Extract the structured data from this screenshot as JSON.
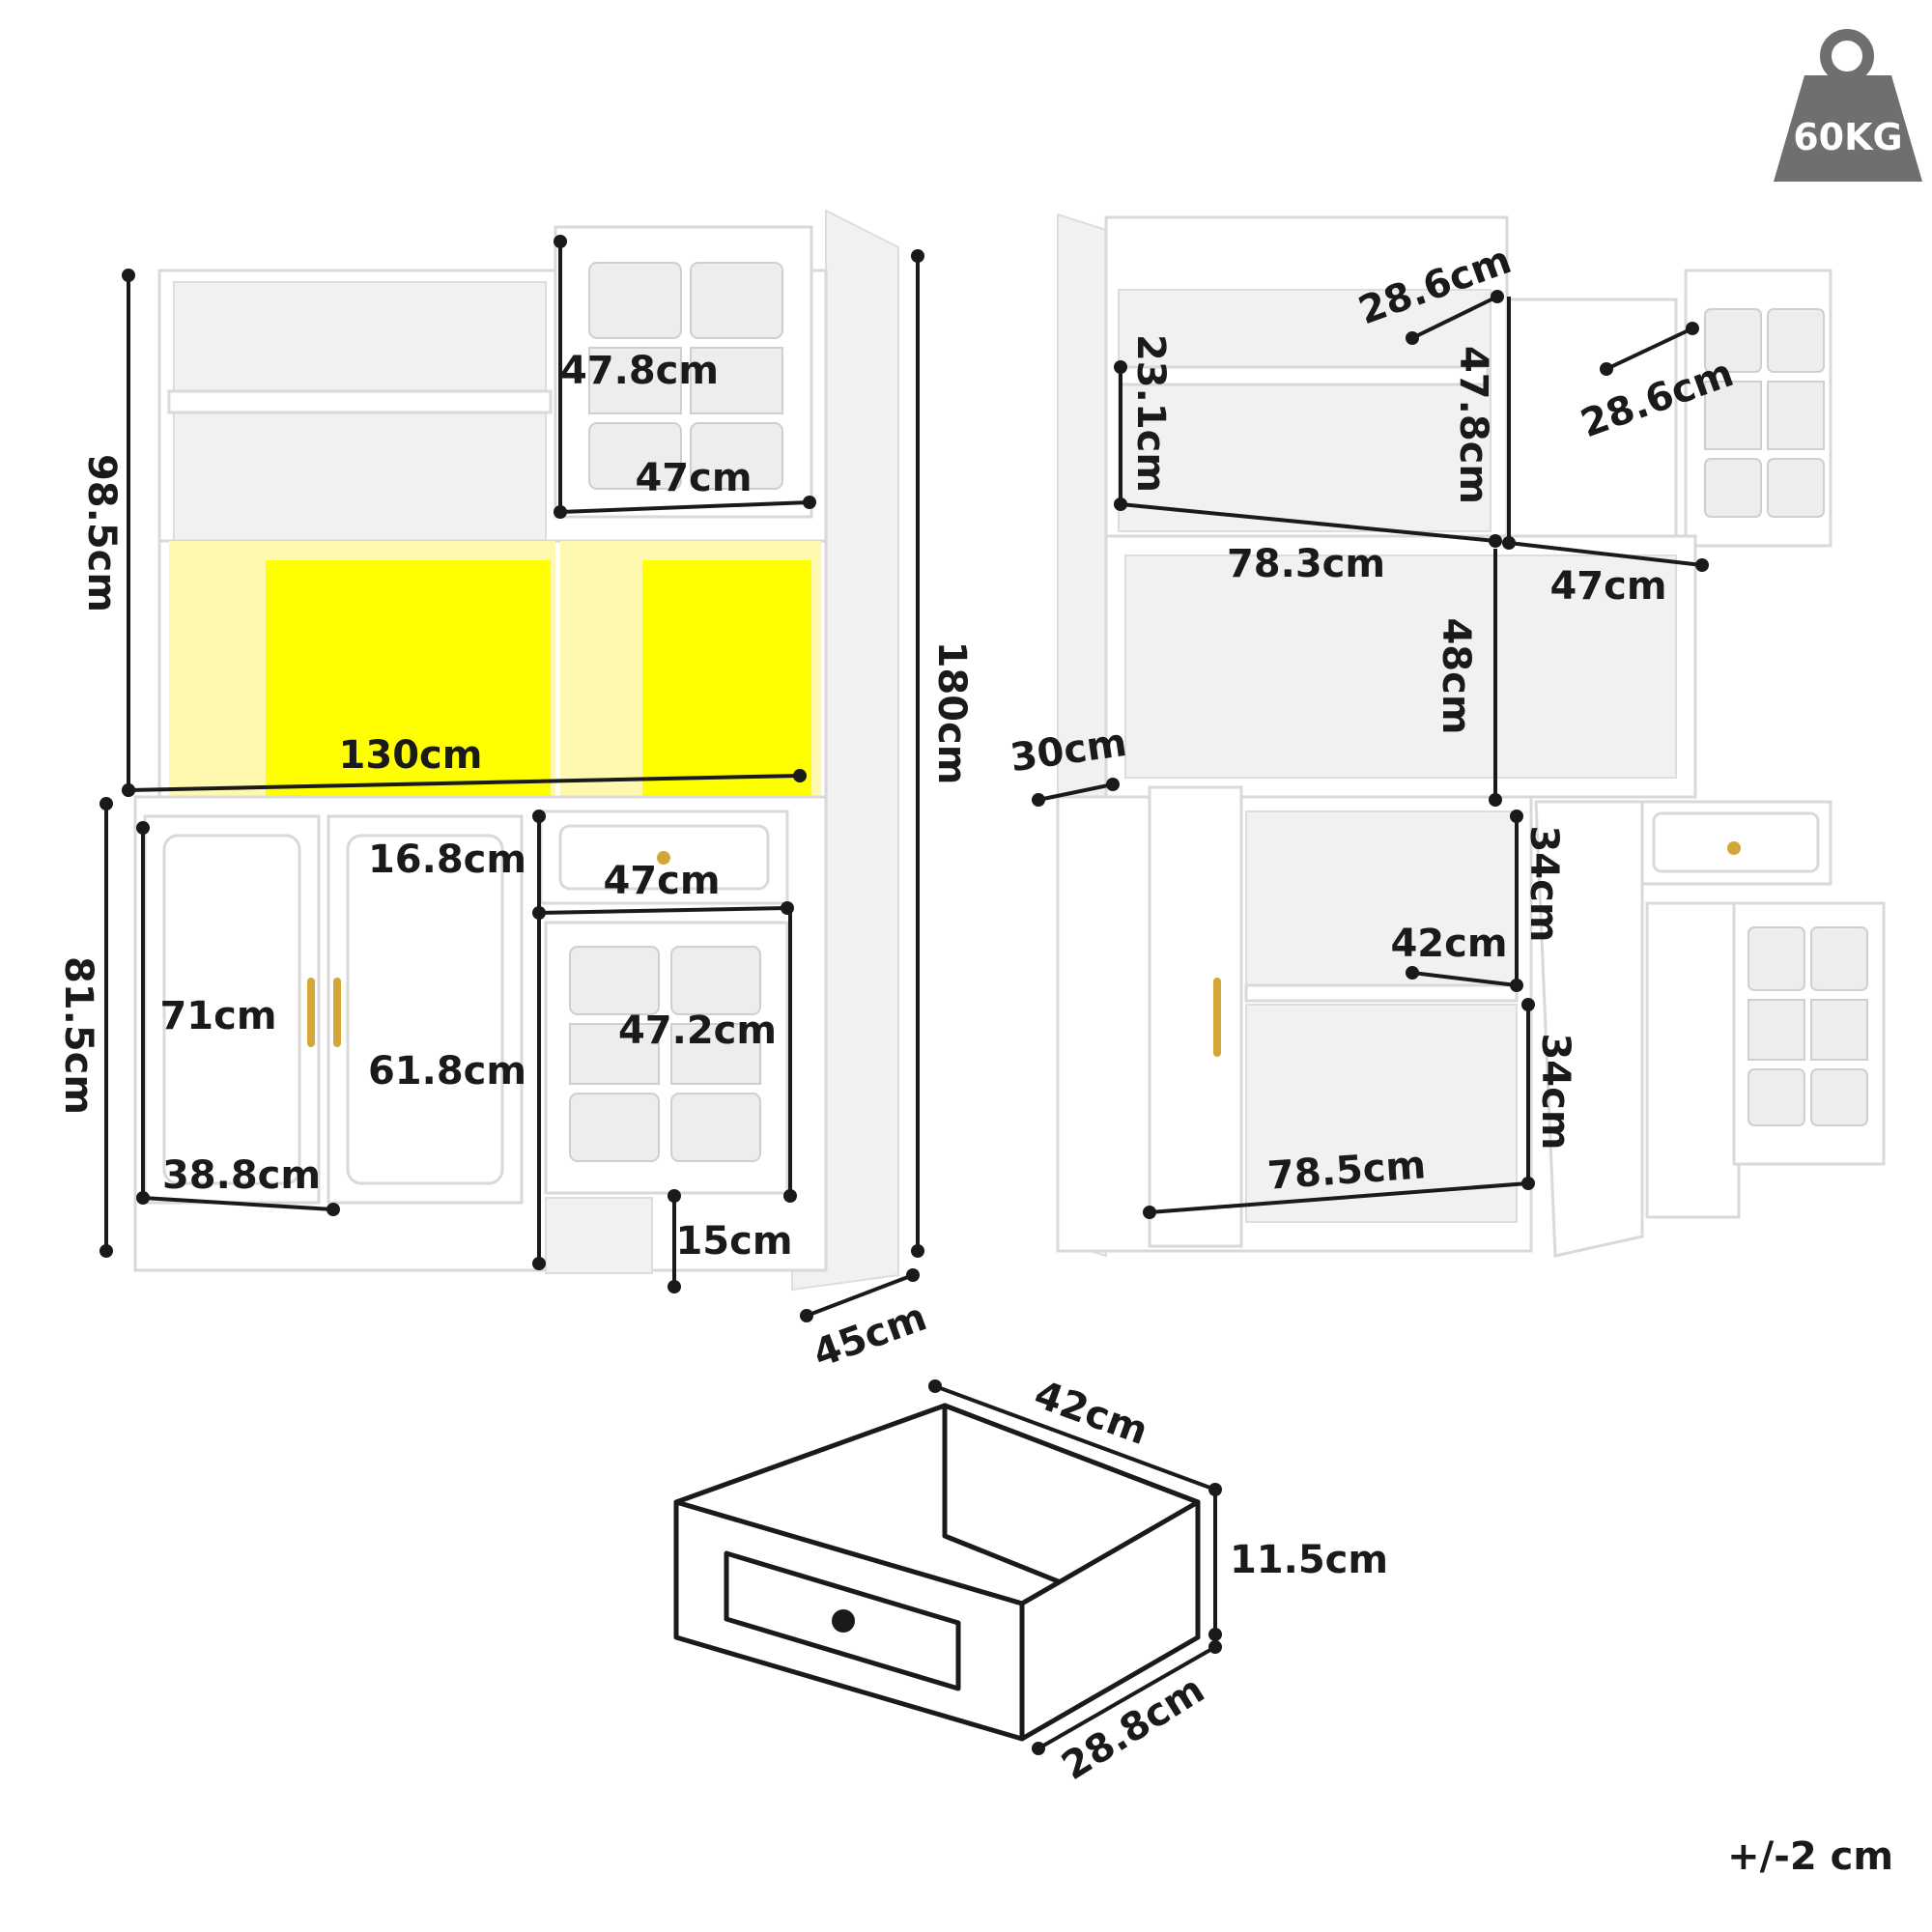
{
  "badge": {
    "weight": "60KG",
    "icon": "weight-icon"
  },
  "tolerance": "+/-2 cm",
  "front_view": {
    "height_total": "180cm",
    "height_upper": "98.5cm",
    "height_lower": "81.5cm",
    "width_total": "130cm",
    "depth": "45cm",
    "top_door_height": "47.8cm",
    "top_door_width": "47cm",
    "drawer_height": "16.8cm",
    "drawer_width": "47cm",
    "left_door_height": "71cm",
    "left_door_width": "38.8cm",
    "right_door_height": "61.8cm",
    "glass_door_height": "47.2cm",
    "leg_height": "15cm",
    "glow_color": "#ffff00",
    "handle_color": "#d4a637"
  },
  "side_view": {
    "upper_shelf_gap": "23.1cm",
    "upper_shelf_depth": "28.6cm",
    "upper_compartment_height": "47.8cm",
    "upper_door_depth": "28.6cm",
    "upper_width": "78.3cm",
    "upper_right_width": "47cm",
    "middle_height": "48cm",
    "counter_depth": "30cm",
    "lower_shelf_height_top": "34cm",
    "lower_shelf_depth": "42cm",
    "lower_shelf_height_bottom": "34cm",
    "lower_width": "78.5cm"
  },
  "drawer_view": {
    "length": "42cm",
    "height": "11.5cm",
    "width": "28.8cm"
  }
}
